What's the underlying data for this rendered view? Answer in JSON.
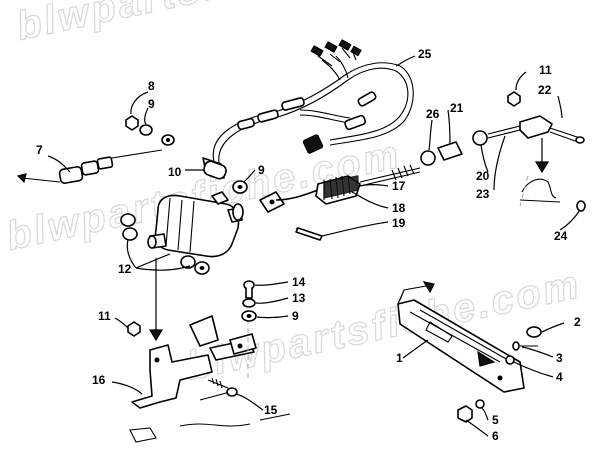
{
  "watermark": {
    "text_top": "blwpartsfiche.com",
    "text_mid": "blwpartsfiche.com",
    "text_bottom": "blwpartsfiche.com"
  },
  "callouts": {
    "c1": "1",
    "c2": "2",
    "c3": "3",
    "c4": "4",
    "c5": "5",
    "c6": "6",
    "c7": "7",
    "c8": "8",
    "c9a": "9",
    "c9b": "9",
    "c9c": "9",
    "c10": "10",
    "c11a": "11",
    "c11b": "11",
    "c12": "12",
    "c13": "13",
    "c14": "14",
    "c15": "15",
    "c16": "16",
    "c17": "17",
    "c18": "18",
    "c19": "19",
    "c20": "20",
    "c21": "21",
    "c22": "22",
    "c23": "23",
    "c24": "24",
    "c25": "25",
    "c26": "26"
  }
}
